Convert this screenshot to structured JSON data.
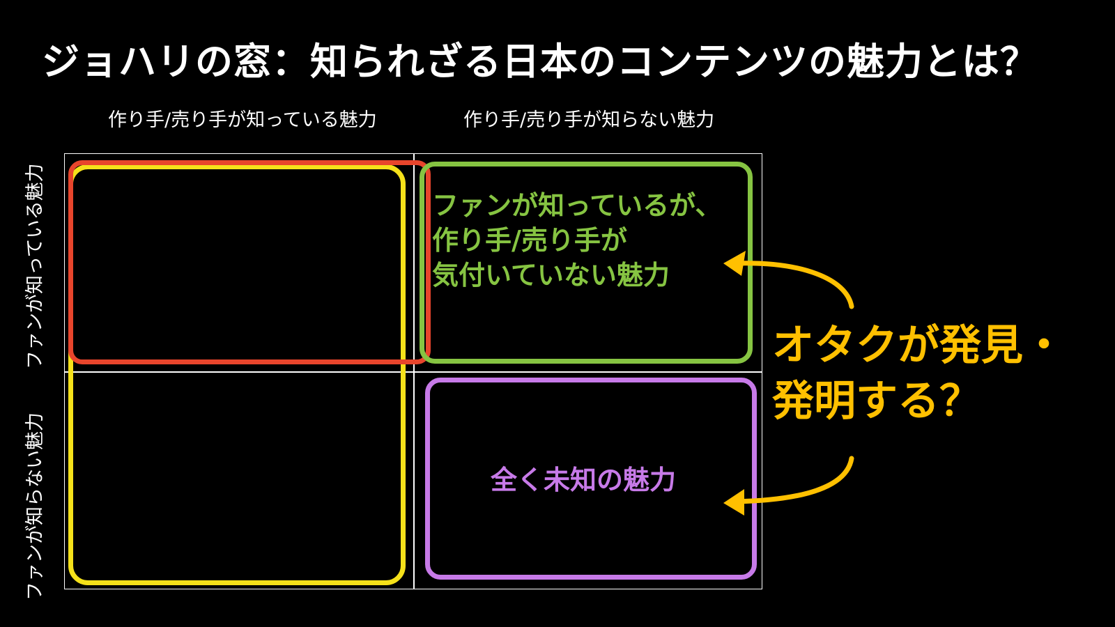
{
  "title": "ジョハリの窓：知られざる日本のコンテンツの魅力とは？",
  "columns": {
    "left": "作り手/売り手が知っている魅力",
    "right": "作り手/売り手が知らない魅力"
  },
  "rows": {
    "top": "ファンが知っている魅力",
    "bottom": "ファンが知らない魅力"
  },
  "quadrants": {
    "top_right_lines": [
      "ファンが知っているが、",
      "作り手/売り手が",
      "気付いていない魅力"
    ],
    "bottom_right": "全く未知の魅力"
  },
  "callout_lines": [
    "オタクが発見・",
    "発明する？"
  ],
  "colors": {
    "background": "#000000",
    "red": "#e8452c",
    "yellow": "#f5e11a",
    "green": "#86c442",
    "purple": "#c77ae8",
    "orange": "#ffc000"
  }
}
